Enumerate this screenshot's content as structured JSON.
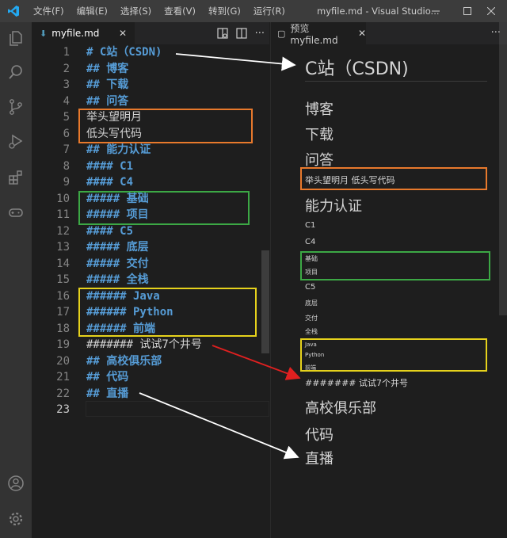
{
  "titlebar": {
    "menu": [
      "文件(F)",
      "编辑(E)",
      "选择(S)",
      "查看(V)",
      "转到(G)",
      "运行(R)"
    ],
    "title": "myfile.md - Visual Studio..."
  },
  "editor": {
    "tab_label": "myfile.md",
    "lines": [
      {
        "n": "1",
        "text": "# C站（CSDN)",
        "kind": "hdr"
      },
      {
        "n": "2",
        "text": "## 博客",
        "kind": "hdr"
      },
      {
        "n": "3",
        "text": "## 下载",
        "kind": "hdr"
      },
      {
        "n": "4",
        "text": "## 问答",
        "kind": "hdr"
      },
      {
        "n": "5",
        "text": "举头望明月",
        "kind": "plain"
      },
      {
        "n": "6",
        "text": "低头写代码",
        "kind": "plain"
      },
      {
        "n": "7",
        "text": "## 能力认证",
        "kind": "hdr"
      },
      {
        "n": "8",
        "text": "#### C1",
        "kind": "hdr"
      },
      {
        "n": "9",
        "text": "#### C4",
        "kind": "hdr"
      },
      {
        "n": "10",
        "text": "##### 基础",
        "kind": "hdr"
      },
      {
        "n": "11",
        "text": "##### 项目",
        "kind": "hdr"
      },
      {
        "n": "12",
        "text": "#### C5",
        "kind": "hdr"
      },
      {
        "n": "13",
        "text": "##### 底层",
        "kind": "hdr"
      },
      {
        "n": "14",
        "text": "##### 交付",
        "kind": "hdr"
      },
      {
        "n": "15",
        "text": "##### 全栈",
        "kind": "hdr"
      },
      {
        "n": "16",
        "text": "###### Java",
        "kind": "hdr"
      },
      {
        "n": "17",
        "text": "###### Python",
        "kind": "hdr"
      },
      {
        "n": "18",
        "text": "###### 前端",
        "kind": "hdr"
      },
      {
        "n": "19",
        "text": "####### 试试7个井号",
        "kind": "plain"
      },
      {
        "n": "20",
        "text": "## 高校俱乐部",
        "kind": "hdr"
      },
      {
        "n": "21",
        "text": "## 代码",
        "kind": "hdr"
      },
      {
        "n": "22",
        "text": "## 直播",
        "kind": "hdr"
      },
      {
        "n": "23",
        "text": "",
        "kind": "plain"
      }
    ]
  },
  "preview": {
    "tab_label": "预览 myfile.md",
    "items": [
      {
        "text": "C站（CSDN)",
        "level": "h1"
      },
      {
        "text": "博客",
        "level": "h2"
      },
      {
        "text": "下载",
        "level": "h2"
      },
      {
        "text": "问答",
        "level": "h2"
      },
      {
        "text": "举头望明月 低头写代码",
        "level": "para"
      },
      {
        "text": "能力认证",
        "level": "h2"
      },
      {
        "text": "C1",
        "level": "h4"
      },
      {
        "text": "C4",
        "level": "h4"
      },
      {
        "text": "基础",
        "level": "h5"
      },
      {
        "text": "项目",
        "level": "h5"
      },
      {
        "text": "C5",
        "level": "h4"
      },
      {
        "text": "底层",
        "level": "h5"
      },
      {
        "text": "交付",
        "level": "h5"
      },
      {
        "text": "全栈",
        "level": "h5"
      },
      {
        "text": "Java",
        "level": "h6"
      },
      {
        "text": "Python",
        "level": "h6"
      },
      {
        "text": "前端",
        "level": "h6"
      },
      {
        "text": "####### 试试7个井号",
        "level": "para"
      },
      {
        "text": "高校俱乐部",
        "level": "h2"
      },
      {
        "text": "代码",
        "level": "h2"
      },
      {
        "text": "直播",
        "level": "h2"
      }
    ]
  },
  "colors": {
    "orange_box": "#e8792c",
    "green_box": "#3ca845",
    "yellow_box": "#e6d21c",
    "red_arrow": "#e02020",
    "white_arrow": "#ffffff"
  }
}
